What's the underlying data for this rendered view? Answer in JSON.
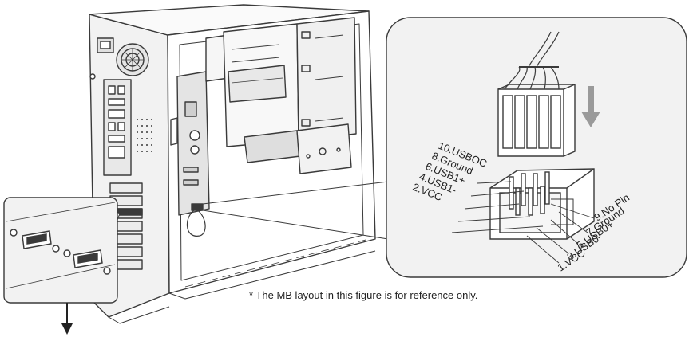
{
  "note": "* The MB layout in this figure is for reference only.",
  "pins_left": [
    "10.USBOC",
    "8.Ground",
    "6.USB1+",
    "4.USB1-",
    "2.VCC"
  ],
  "pins_right": [
    "9.No Pin",
    "7.Ground",
    "5.USB0+",
    "3.USB0-",
    "1.VCC"
  ],
  "colors": {
    "line": "#3a3a3a",
    "panel": "#f2f2f2",
    "shade": "#d9d9d9",
    "arrow": "#9a9a9a"
  }
}
